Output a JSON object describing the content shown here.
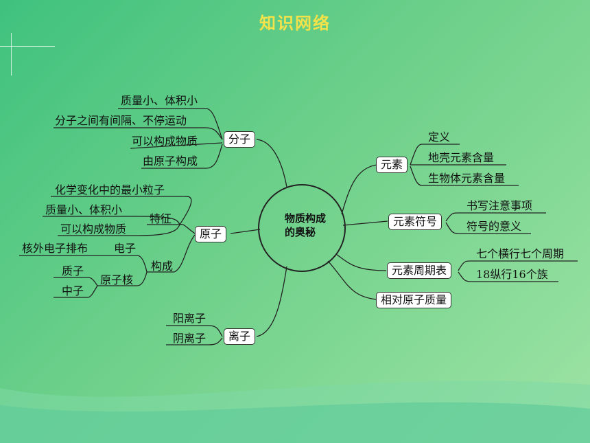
{
  "title": "知识网络",
  "center": {
    "line1": "物质构成",
    "line2": "的奥秘"
  },
  "molecule": {
    "label": "分子",
    "items": [
      "质量小、体积小",
      "分子之间有间隔、不停运动",
      "可以构成物质",
      "由原子构成"
    ]
  },
  "atom": {
    "label": "原子",
    "features": {
      "label": "特征",
      "items": [
        "化学变化中的最小粒子",
        "质量小、体积小",
        "可以构成物质"
      ]
    },
    "composition": {
      "label": "构成",
      "electron": {
        "label": "电子",
        "desc": "核外电子排布"
      },
      "nucleus": {
        "label": "原子核",
        "items": [
          "质子",
          "中子"
        ]
      }
    }
  },
  "ion": {
    "label": "离子",
    "items": [
      "阳离子",
      "阴离子"
    ]
  },
  "element": {
    "label": "元素",
    "items": [
      "定义",
      "地壳元素含量",
      "生物体元素含量"
    ]
  },
  "symbol": {
    "label": "元素符号",
    "items": [
      "书写注意事项",
      "符号的意义"
    ]
  },
  "periodic": {
    "label": "元素周期表",
    "items": [
      "七个横行七个周期",
      "18纵行16个族"
    ]
  },
  "mass": {
    "label": "相对原子质量"
  }
}
